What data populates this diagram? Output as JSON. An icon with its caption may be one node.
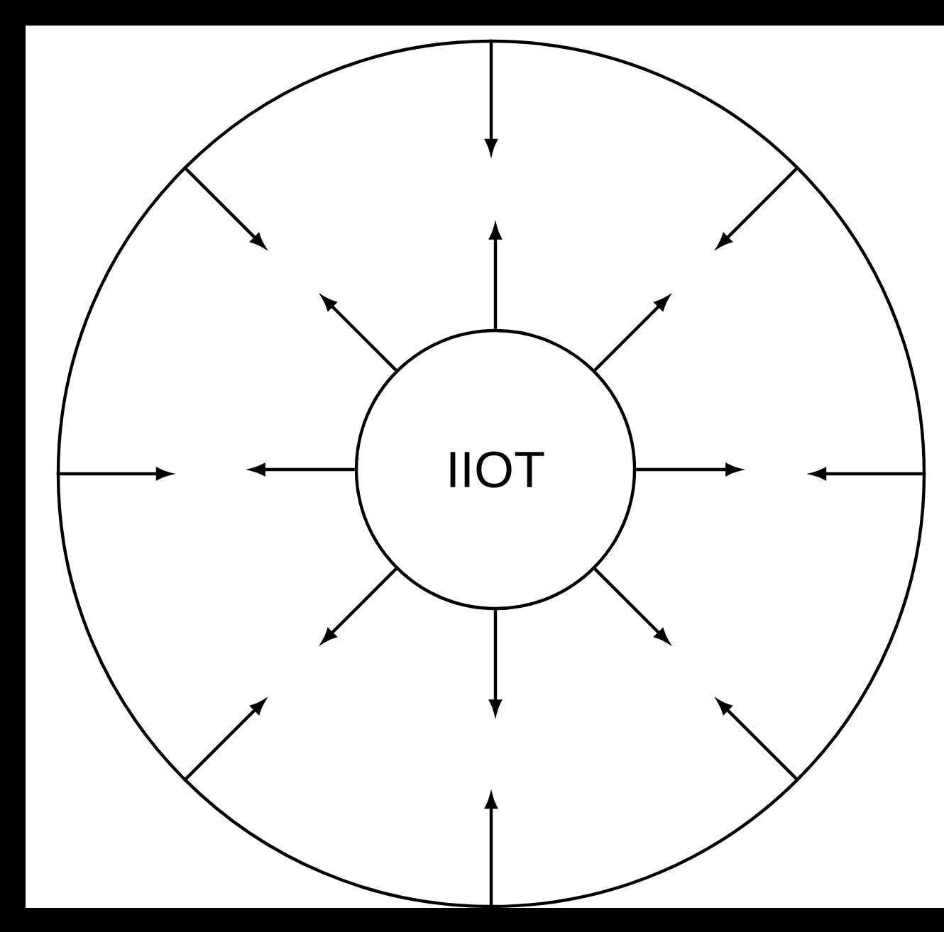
{
  "diagram": {
    "nodes": [
      {
        "text": [],
        "shape": "circle"
      },
      {
        "text": [
          "IIOT"
        ],
        "in": 0
      }
    ],
    "edges": [
      {
        "from": 1,
        "to": null,
        "arrow": "to"
      },
      {
        "from": 1,
        "to": null,
        "arrow": "to"
      },
      {
        "from": 1,
        "to": null,
        "arrow": "to"
      },
      {
        "from": 1,
        "to": null,
        "arrow": "to"
      },
      {
        "from": 1,
        "to": null,
        "arrow": "to"
      },
      {
        "from": 1,
        "to": null,
        "arrow": "to"
      },
      {
        "from": 1,
        "to": null,
        "arrow": "to"
      },
      {
        "from": 1,
        "to": null,
        "arrow": "to"
      },
      {
        "from": 0,
        "to": null,
        "arrow": "to"
      },
      {
        "from": 0,
        "to": null,
        "arrow": "to"
      },
      {
        "from": 0,
        "to": null,
        "arrow": "to"
      },
      {
        "from": 0,
        "to": null,
        "arrow": "to"
      },
      {
        "from": 0,
        "to": null,
        "arrow": "to"
      },
      {
        "from": 0,
        "to": null,
        "arrow": "to"
      },
      {
        "from": 0,
        "to": null,
        "arrow": "to"
      },
      {
        "from": 0,
        "to": null,
        "arrow": "to"
      }
    ]
  }
}
